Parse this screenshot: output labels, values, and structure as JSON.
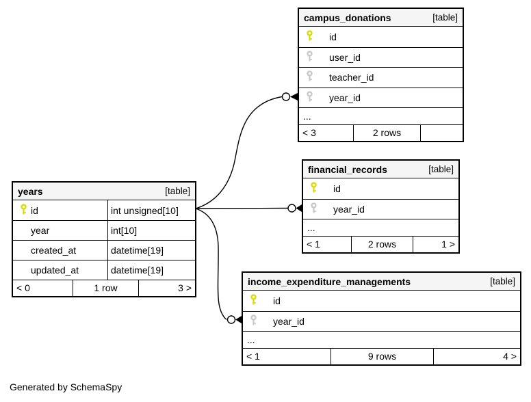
{
  "diagram": {
    "generated_note": "Generated by SchemaSpy"
  },
  "colors": {
    "primary_key_icon": "#dcdc00",
    "foreign_key_icon": "#c9c9c9",
    "header_bg": "#f5f5f5",
    "border_and_lines": "#000000"
  },
  "tables": {
    "years": {
      "name": "years",
      "tag": "[table]",
      "columns": [
        {
          "name": "id",
          "type": "int unsigned[10]",
          "key": "primary"
        },
        {
          "name": "year",
          "type": "int[10]",
          "key": "none"
        },
        {
          "name": "created_at",
          "type": "datetime[19]",
          "key": "none"
        },
        {
          "name": "updated_at",
          "type": "datetime[19]",
          "key": "none"
        }
      ],
      "footer": {
        "left": "< 0",
        "center": "1 row",
        "right": "3 >"
      }
    },
    "campus_donations": {
      "name": "campus_donations",
      "tag": "[table]",
      "columns": [
        {
          "name": "id",
          "key": "primary"
        },
        {
          "name": "user_id",
          "key": "foreign"
        },
        {
          "name": "teacher_id",
          "key": "foreign"
        },
        {
          "name": "year_id",
          "key": "foreign"
        }
      ],
      "ellipsis": "...",
      "footer": {
        "left": "< 3",
        "center": "2 rows",
        "right": ""
      }
    },
    "financial_records": {
      "name": "financial_records",
      "tag": "[table]",
      "columns": [
        {
          "name": "id",
          "key": "primary"
        },
        {
          "name": "year_id",
          "key": "foreign"
        }
      ],
      "ellipsis": "...",
      "footer": {
        "left": "< 1",
        "center": "2 rows",
        "right": "1 >"
      }
    },
    "income_expenditure_managements": {
      "name": "income_expenditure_managements",
      "tag": "[table]",
      "columns": [
        {
          "name": "id",
          "key": "primary"
        },
        {
          "name": "year_id",
          "key": "foreign"
        }
      ],
      "ellipsis": "...",
      "footer": {
        "left": "< 1",
        "center": "9 rows",
        "right": "4 >"
      }
    }
  },
  "relationships": [
    {
      "from": "years.id",
      "to": "campus_donations.year_id"
    },
    {
      "from": "years.id",
      "to": "financial_records.year_id"
    },
    {
      "from": "years.id",
      "to": "income_expenditure_managements.year_id"
    }
  ]
}
